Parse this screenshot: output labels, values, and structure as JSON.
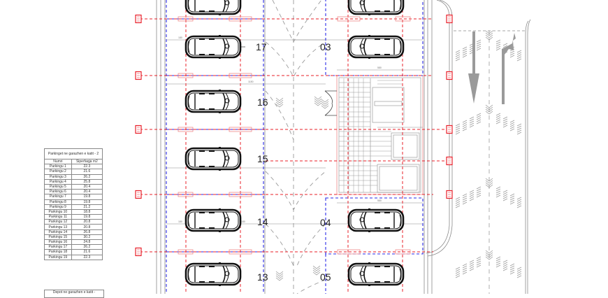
{
  "drawing": {
    "type": "Parking garage floor plan",
    "stall_labels_left": [
      "17",
      "16",
      "15",
      "14",
      "13"
    ],
    "stall_labels_right": [
      "03",
      "04",
      "05"
    ],
    "colors": {
      "grid_red": "#e8202a",
      "grid_blue": "#2a2ae8",
      "wall_gray": "#8a8a8a",
      "road_marking": "#9a9a9a",
      "car_outline": "#111111"
    },
    "road_arrows": [
      "straight-down-arrow",
      "straight-and-right-turn-arrow"
    ]
  },
  "table": {
    "title": "Parkinget ne garazhen e katit - 2",
    "columns": [
      "Numri",
      "Siperfaqja m2"
    ],
    "rows": [
      [
        "Parkingu 1",
        "22.3"
      ],
      [
        "Parkingu 2",
        "21.6"
      ],
      [
        "Parkingu 3",
        "26.2"
      ],
      [
        "Parkingu 4",
        "25.8"
      ],
      [
        "Parkingu 5",
        "20.4"
      ],
      [
        "Parkingu 6",
        "20.4"
      ],
      [
        "Parkingu 7",
        "19.8"
      ],
      [
        "Parkingu 8",
        "19.8"
      ],
      [
        "Parkingu 9",
        "21.2"
      ],
      [
        "Parkingu 10",
        "18.8"
      ],
      [
        "Parkingu 11",
        "19.8"
      ],
      [
        "Parkingu 12",
        "20.8"
      ],
      [
        "Parkingu 13",
        "20.8"
      ],
      [
        "Parkingu 14",
        "26.8"
      ],
      [
        "Parkingu 15",
        "30.2"
      ],
      [
        "Parkingu 16",
        "24.8"
      ],
      [
        "Parkingu 17",
        "26.2"
      ],
      [
        "Parkingu 18",
        "21.6"
      ],
      [
        "Parkingu 19",
        "22.3"
      ]
    ]
  },
  "table2": {
    "title": "Depot ne garazhen e katit -"
  }
}
